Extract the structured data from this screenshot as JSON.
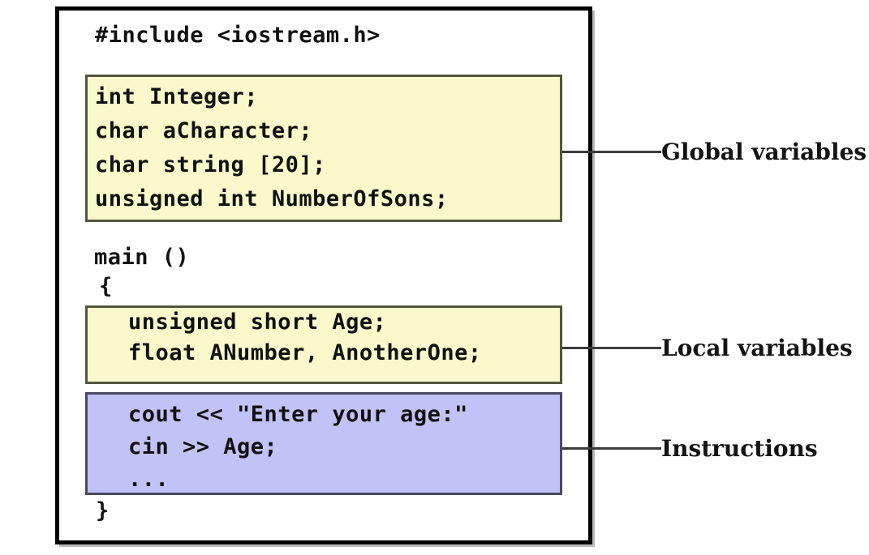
{
  "diagram": {
    "title": "C++ program structure: global variables, local variables and instructions",
    "colors": {
      "frame_border": "#000000",
      "page_background": "#ffffff",
      "global_block_fill": "#faf9cc",
      "local_block_fill": "#faf9cc",
      "instructions_block_fill": "#c2c2f7",
      "block_border": "#4a4a3c",
      "leader_line": "#3b3b3b",
      "code_text": "#111111",
      "annotation_text": "#141414"
    }
  },
  "code": {
    "include_line": "#include <iostream.h>",
    "main_signature": "main ()",
    "open_brace": "{",
    "close_brace": "}",
    "global_variables": [
      "int Integer;",
      "char aCharacter;",
      "char string [20];",
      "unsigned int NumberOfSons;"
    ],
    "local_variables": [
      "unsigned short Age;",
      "float ANumber, AnotherOne;"
    ],
    "instructions": [
      "cout << \"Enter your age:\"",
      "cin >> Age;",
      "..."
    ]
  },
  "annotations": {
    "global": "Global variables",
    "local": "Local variables",
    "instructions": "Instructions"
  }
}
